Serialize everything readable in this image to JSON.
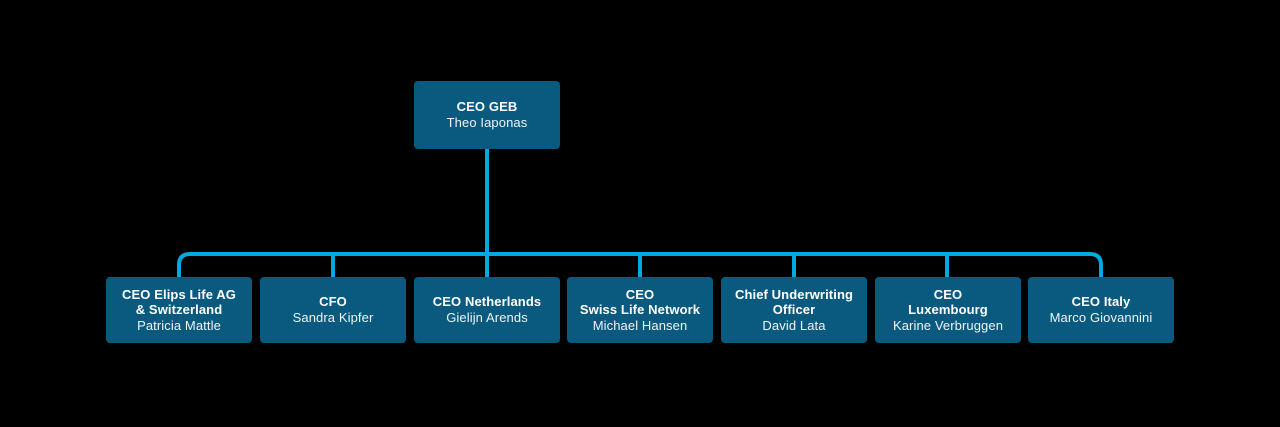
{
  "chart_data": {
    "type": "diagram",
    "subtype": "organization-chart",
    "title": "",
    "background_color": "#000000",
    "node_fill_color": "#0a5a80",
    "node_text_color": "#ffffff",
    "connector_color": "#00a9e0",
    "levels": 2,
    "root": {
      "id": "ceo-geb",
      "title": "CEO GEB",
      "person": "Theo Iaponas"
    },
    "children": [
      {
        "id": "ceo-elips-life-switzerland",
        "title": "CEO Elips Life AG\n& Switzerland",
        "person": "Patricia Mattle"
      },
      {
        "id": "cfo",
        "title": "CFO",
        "person": "Sandra Kipfer"
      },
      {
        "id": "ceo-netherlands",
        "title": "CEO Netherlands",
        "person": "Gielijn Arends"
      },
      {
        "id": "ceo-swiss-life-network",
        "title": "CEO\nSwiss Life Network",
        "person": "Michael Hansen"
      },
      {
        "id": "chief-underwriting-officer",
        "title": "Chief Underwriting\nOfficer",
        "person": "David Lata"
      },
      {
        "id": "ceo-luxembourg",
        "title": "CEO\nLuxembourg",
        "person": "Karine Verbruggen"
      },
      {
        "id": "ceo-italy",
        "title": "CEO Italy",
        "person": "Marco Giovannini"
      }
    ]
  }
}
